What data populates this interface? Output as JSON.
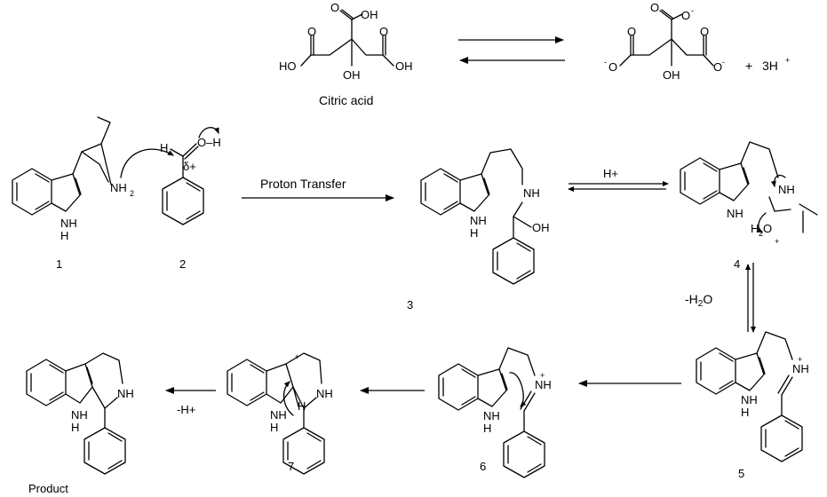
{
  "reagents": {
    "citric_acid_label": "Citric acid",
    "plus": "+",
    "protons": "3H",
    "protons_charge": "+"
  },
  "atoms": {
    "OH": "OH",
    "HO": "HO",
    "O": "O",
    "O_minus": "O",
    "minus": "-",
    "NH": "NH",
    "NH2": "NH",
    "sub2": "2",
    "H": "H",
    "O_H": "O–H",
    "delta_plus": "δ+",
    "H2O_plus": "H",
    "plus_charge": "+"
  },
  "arrows": {
    "proton_transfer": "Proton Transfer",
    "h_plus_top": "H+",
    "minus_h2o": "-H",
    "minus_h2o_sub": "2",
    "minus_h2o_end": "O",
    "minus_h_plus": "-H+"
  },
  "labels": {
    "c1": "1",
    "c2": "2",
    "c3": "3",
    "c4": "4",
    "c5": "5",
    "c6": "6",
    "c7": "7",
    "product": "Product"
  }
}
